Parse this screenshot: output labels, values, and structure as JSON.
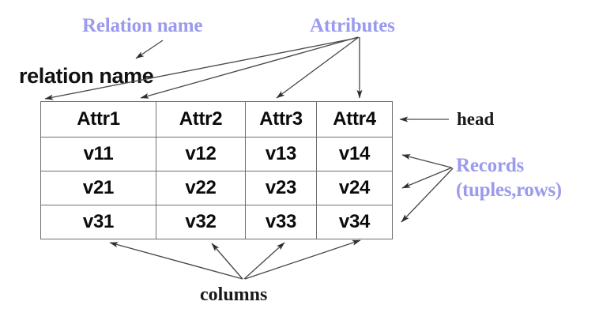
{
  "diagram": {
    "title_annotations": {
      "relation_name": "Relation name",
      "attributes": "Attributes"
    },
    "relation_name_label": "relation name",
    "side_annotations": {
      "head": "head",
      "records": "Records",
      "records_sub": "(tuples,rows)"
    },
    "bottom_annotation": "columns",
    "colors": {
      "annotation_purple": "#9a9aee",
      "text_black": "#111111",
      "table_border": "#6f6f6f",
      "arrow": "#3a3a3a",
      "background": "#ffffff"
    },
    "icons": {
      "arrow": "arrow-icon"
    }
  },
  "chart_data": {
    "type": "table",
    "title": "relation name",
    "columns": [
      "Attr1",
      "Attr2",
      "Attr3",
      "Attr4"
    ],
    "rows": [
      [
        "v11",
        "v12",
        "v13",
        "v14"
      ],
      [
        "v21",
        "v22",
        "v23",
        "v24"
      ],
      [
        "v31",
        "v32",
        "v33",
        "v34"
      ]
    ],
    "annotations": [
      {
        "text": "Relation name",
        "points_to": "relation name title",
        "color": "#9a9aee"
      },
      {
        "text": "Attributes",
        "points_to": "header row cells Attr1..Attr4",
        "color": "#9a9aee"
      },
      {
        "text": "head",
        "points_to": "header row",
        "color": "#111111"
      },
      {
        "text": "Records",
        "points_to": "data rows (v1x, v2x, v3x)",
        "color": "#9a9aee"
      },
      {
        "text": "(tuples,rows)",
        "points_to": "data rows (v1x, v2x, v3x)",
        "color": "#9a9aee"
      },
      {
        "text": "columns",
        "points_to": "the four table columns",
        "color": "#111111"
      }
    ]
  },
  "table": {
    "header": [
      "Attr1",
      "Attr2",
      "Attr3",
      "Attr4"
    ],
    "rows": [
      {
        "cells": [
          "v11",
          "v12",
          "v13",
          "v14"
        ]
      },
      {
        "cells": [
          "v21",
          "v22",
          "v23",
          "v24"
        ]
      },
      {
        "cells": [
          "v31",
          "v32",
          "v33",
          "v34"
        ]
      }
    ]
  }
}
